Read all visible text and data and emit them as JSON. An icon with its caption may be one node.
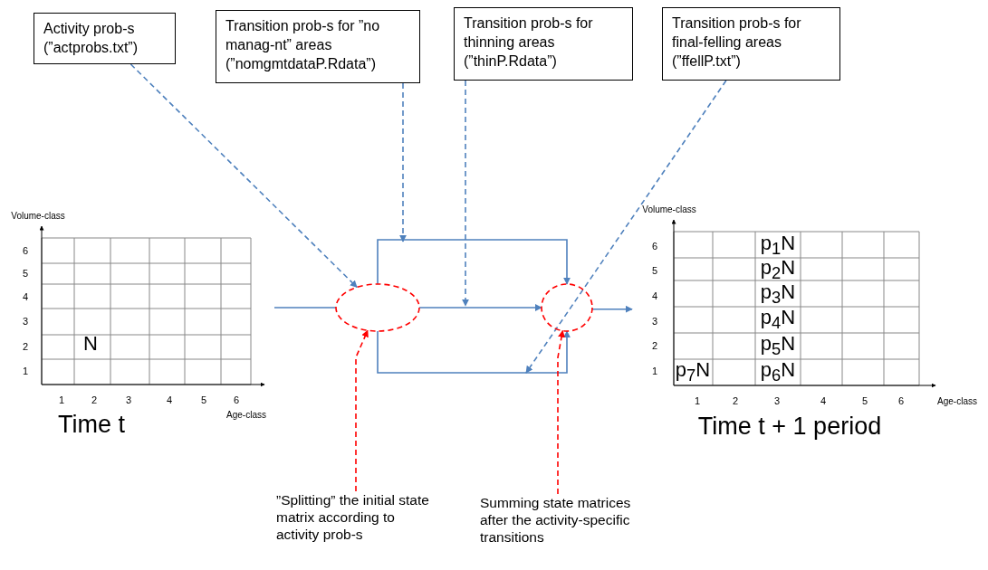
{
  "diagram": {
    "nodes": [
      {
        "text": [
          "Activity prob-s (”actprobs.txt”)"
        ]
      },
      {
        "text": [
          "Transition prob-s for ”no manag-nt” areas (”nomgmtdataP.Rdata”)"
        ]
      },
      {
        "text": [
          "Transition prob-s for thinning areas (”thinP.Rdata”)"
        ]
      },
      {
        "text": [
          "Transition prob-s for final-felling areas (”ffellP.txt”)"
        ]
      },
      {
        "text": [
          "Time t"
        ]
      },
      {
        "text": [],
        "shape": "ellipse"
      },
      {
        "text": [],
        "shape": "ellipse"
      },
      {
        "text": [
          "Time t + 1 period"
        ]
      },
      {
        "text": [
          "”Splitting” the initial state matrix according to activity prob-s"
        ]
      },
      {
        "text": [
          "Summing state matrices after the activity-specific transitions"
        ]
      }
    ],
    "edges": [
      {
        "from": 4,
        "to": 5,
        "arrow": "none"
      },
      {
        "from": 5,
        "to": 6,
        "arrow": "to"
      },
      {
        "from": 5,
        "to": 6,
        "arrow": "to"
      },
      {
        "from": 5,
        "to": 6,
        "arrow": "to"
      },
      {
        "from": 6,
        "to": 7,
        "arrow": "to"
      },
      {
        "from": 0,
        "to": 5,
        "arrow": "to",
        "style": "dashed"
      },
      {
        "from": 1,
        "to": null,
        "arrow": "to",
        "style": "dashed"
      },
      {
        "from": 2,
        "to": null,
        "arrow": "to",
        "style": "dashed"
      },
      {
        "from": 3,
        "to": null,
        "arrow": "to",
        "style": "dashed"
      },
      {
        "from": 8,
        "to": 5,
        "arrow": "to",
        "style": "dashed",
        "color": "#ff0000"
      },
      {
        "from": 9,
        "to": 6,
        "arrow": "to",
        "style": "dashed",
        "color": "#ff0000"
      }
    ],
    "labels": [
      "Volume-class",
      "6",
      "5",
      "4",
      "3",
      "2",
      "N",
      "1",
      "1",
      "2",
      "3",
      "4",
      "5",
      "6",
      "Age-class",
      "Volume-class",
      "6",
      "p$_{1}$N",
      "5",
      "p$_{2}$N",
      "4",
      "p$_{3}$N",
      "3",
      "p$_{4}$N",
      "2",
      "p$_{5}$N",
      "1",
      "p$_{7}$N",
      "p$_{6}$N",
      "1",
      "2",
      "3",
      "4",
      "5",
      "6",
      "Age-class"
    ]
  }
}
